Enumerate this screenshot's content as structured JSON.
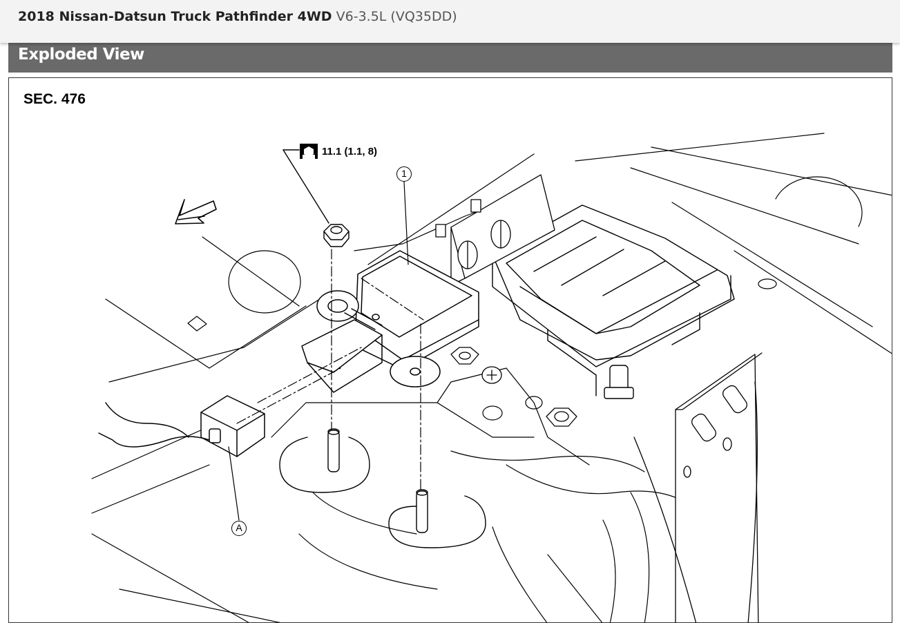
{
  "header": {
    "vehicle_model": "2018 Nissan-Datsun Truck Pathfinder 4WD",
    "engine": "V6-3.5L (VQ35DD)"
  },
  "section": {
    "title": "Exploded View"
  },
  "figure": {
    "sec_label": "SEC. 476",
    "torque_spec": "11.1 (1.1, 8)",
    "torque_icon": "torque-wrench-icon",
    "callouts": [
      "1",
      "A"
    ],
    "line_color": "#000000"
  }
}
